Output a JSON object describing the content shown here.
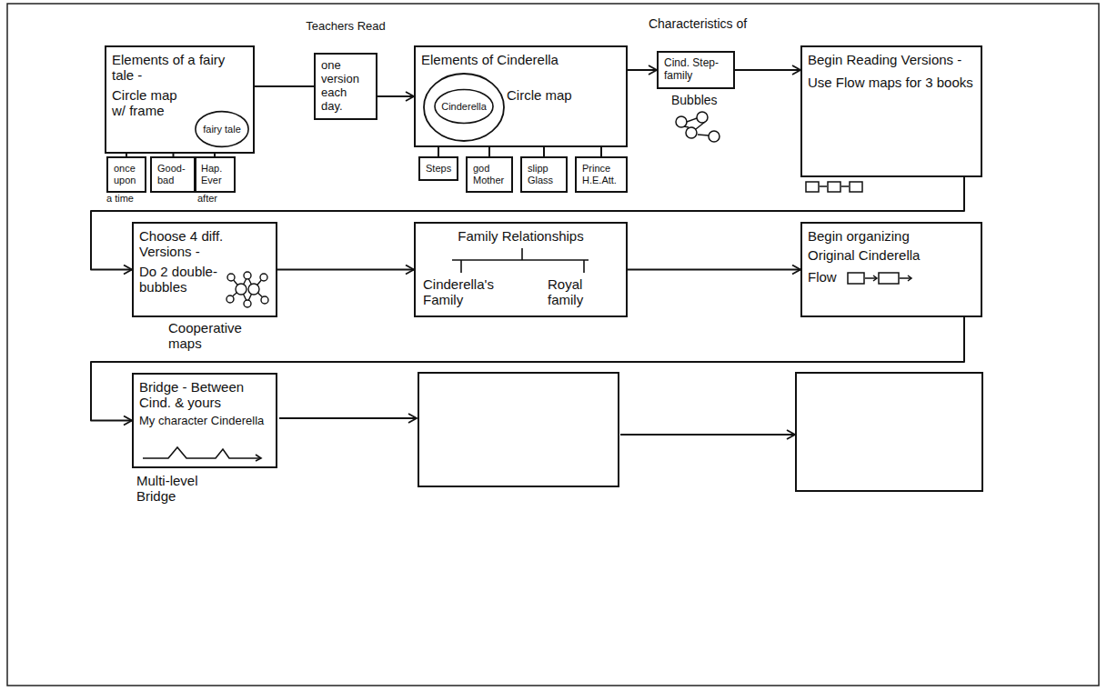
{
  "diagram": {
    "nodes": [
      {
        "text": [
          "Elements of a fairy tale -",
          "Circle map w/ frame"
        ]
      },
      {
        "text": [
          "fairy tale"
        ],
        "in": 0
      },
      {
        "text": [
          "Teachers Read",
          "one version each day."
        ]
      },
      {
        "text": [
          "Elements of Cinderella",
          "Circle map"
        ]
      },
      {
        "text": [
          "Cinderella"
        ],
        "in": 3
      },
      {
        "text": [
          "Characteristics of",
          "Cind. Step-family"
        ]
      },
      {
        "text": [
          "Begin Reading Versions -",
          "Use Flow maps for 3 books"
        ]
      },
      {
        "text": [
          "once upon",
          "a time"
        ]
      },
      {
        "text": [
          "Good-bad"
        ]
      },
      {
        "text": [
          "Hap. Ever",
          "after"
        ]
      },
      {
        "text": [
          "Steps"
        ]
      },
      {
        "text": [
          "god Mother"
        ]
      },
      {
        "text": [
          "slipp Glass"
        ]
      },
      {
        "text": [
          "Prince H.E.Att."
        ]
      },
      {
        "text": [
          "Choose 4 diff. Versions -",
          "Do 2 double-bubbles"
        ]
      },
      {
        "text": [
          "Family Relationships",
          "Cinderella's Family",
          "Royal family"
        ]
      },
      {
        "text": [
          "Begin organizing",
          "Original Cinderella",
          "Flow"
        ]
      },
      {
        "text": [
          "Bridge - Between Cind. & yours",
          "My character Cinderella"
        ]
      }
    ],
    "edges": [
      {
        "from": 0,
        "to": 2,
        "arrow": "none"
      },
      {
        "from": 2,
        "to": 3,
        "arrow": "to"
      },
      {
        "from": 3,
        "to": 5,
        "arrow": "to"
      },
      {
        "from": 5,
        "to": 6,
        "arrow": "to"
      },
      {
        "from": 6,
        "to": 14,
        "arrow": "to"
      },
      {
        "from": 14,
        "to": 15,
        "arrow": "to"
      },
      {
        "from": 15,
        "to": 16,
        "arrow": "to"
      },
      {
        "from": 16,
        "to": 17,
        "arrow": "to"
      },
      {
        "from": 0,
        "to": 7,
        "arrow": "none"
      },
      {
        "from": 0,
        "to": 8,
        "arrow": "none"
      },
      {
        "from": 0,
        "to": 9,
        "arrow": "none"
      },
      {
        "from": 3,
        "to": 10,
        "arrow": "none"
      },
      {
        "from": 3,
        "to": 11,
        "arrow": "none"
      },
      {
        "from": 3,
        "to": 12,
        "arrow": "none"
      },
      {
        "from": 3,
        "to": 13,
        "arrow": "none"
      }
    ],
    "labels": [
      "Bubbles",
      "Cooperative maps",
      "Multi-level Bridge"
    ]
  }
}
